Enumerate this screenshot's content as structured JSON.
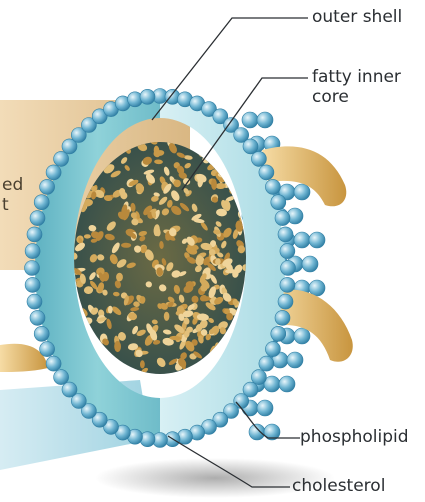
{
  "diagram": {
    "labels": {
      "outer_shell": "outer shell",
      "fatty_inner_core_line1": "fatty inner",
      "fatty_inner_core_line2": "core",
      "phospholipid": "phospholipid",
      "cholesterol": "cholesterol"
    },
    "left_text_fragments": {
      "line1": "ed",
      "line2": "t"
    },
    "colors": {
      "shell_outer": "#8fd0d8",
      "shell_inner": "#bfe6ec",
      "bead": "#5aa6c6",
      "core_gold": "#d7b36a",
      "core_dark": "#3b5a5a",
      "tail": "#e8c17b",
      "background_tan": "#e8cba0",
      "leader_line": "#2b2f33"
    }
  }
}
